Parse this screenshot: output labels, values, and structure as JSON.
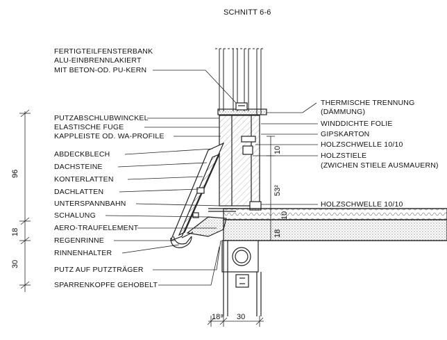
{
  "title": "SCHNITT 6-6",
  "labels_left": [
    "FERTIGTEILFENSTERBANK",
    "ALU-EINBRENNLAKIERT",
    "MIT BETON-OD. PU-KERN",
    "PUTZABSCHLUBWINCKEL",
    "ELASTISCHE FUGE",
    "KAPPLEISTE OD. WA-PROFILE",
    "ABDECKBLECH",
    "DACHSTEINE",
    "KONTERLATTEN",
    "DACHLATTEN",
    "UNTERSPANNBAHN",
    "SCHALUNG",
    "AERO-TRAUFELEMENT",
    "REGENRINNE",
    "RINNENHALTER",
    "PUTZ AUF PUTZTRÄGER",
    "SPARRENKOPFE GEHOBELT"
  ],
  "labels_right": [
    "THERMISCHE TRENNUNG",
    "(DÄMMUNG)",
    "WINDDICHTE FOLIE",
    "GIPSKARTON",
    "HOLZSCHWELLE 10/10",
    "HOLZSTIELE",
    "(ZWICHEN STIELE AUSMAUERN)",
    "HOLZSCHWELLE 10/10"
  ],
  "dimensions": {
    "left_96": "96",
    "left_18": "18",
    "left_30": "30",
    "mid_10": "10",
    "mid_53": "53²",
    "mid_18": "18",
    "mid_10b": "10",
    "bottom_18": "18⁸",
    "bottom_30": "30"
  }
}
